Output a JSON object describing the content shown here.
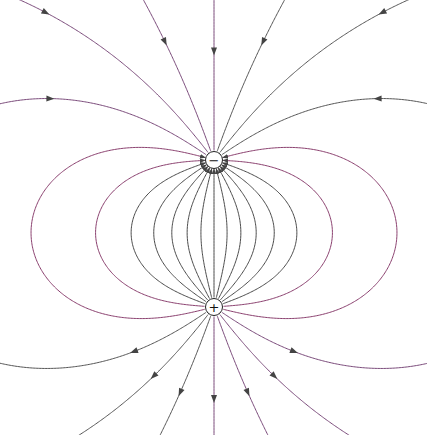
{
  "diagram": {
    "nodes": [
      {
        "text": [
          "−"
        ]
      },
      {
        "text": [
          "+"
        ]
      }
    ],
    "edges": [
      {
        "from": 1,
        "to": 0,
        "arrow": "to"
      },
      {
        "from": 1,
        "to": 0,
        "arrow": "to"
      },
      {
        "from": 1,
        "to": 0,
        "arrow": "to"
      },
      {
        "from": 1,
        "to": 0,
        "arrow": "to"
      },
      {
        "from": 1,
        "to": 0,
        "arrow": "to"
      },
      {
        "from": 1,
        "to": 0,
        "arrow": "to"
      },
      {
        "from": 1,
        "to": 0,
        "arrow": "to"
      },
      {
        "from": 1,
        "to": 0,
        "arrow": "to"
      },
      {
        "from": 1,
        "to": 0,
        "arrow": "to"
      },
      {
        "from": 1,
        "to": 0,
        "arrow": "to"
      },
      {
        "from": 1,
        "to": 0,
        "arrow": "to"
      },
      {
        "from": 1,
        "to": 0,
        "arrow": "to"
      },
      {
        "from": 1,
        "to": 0,
        "arrow": "to"
      },
      {
        "from": 1,
        "to": 0,
        "arrow": "to"
      },
      {
        "from": 1,
        "to": 0,
        "arrow": "to"
      }
    ]
  }
}
